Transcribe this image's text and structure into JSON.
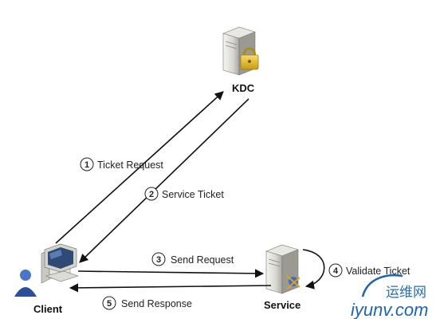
{
  "nodes": {
    "kdc": {
      "label": "KDC"
    },
    "client": {
      "label": "Client"
    },
    "service": {
      "label": "Service"
    }
  },
  "steps": [
    {
      "num": "1",
      "label": "Ticket Request"
    },
    {
      "num": "2",
      "label": "Service Ticket"
    },
    {
      "num": "3",
      "label": "Send Request"
    },
    {
      "num": "4",
      "label": "Validate Ticket"
    },
    {
      "num": "5",
      "label": "Send Response"
    }
  ],
  "watermark": {
    "cn": "运维网",
    "en": "iyunv.com"
  },
  "colors": {
    "arrow": "#111111",
    "watermark": "#1e64ad"
  }
}
